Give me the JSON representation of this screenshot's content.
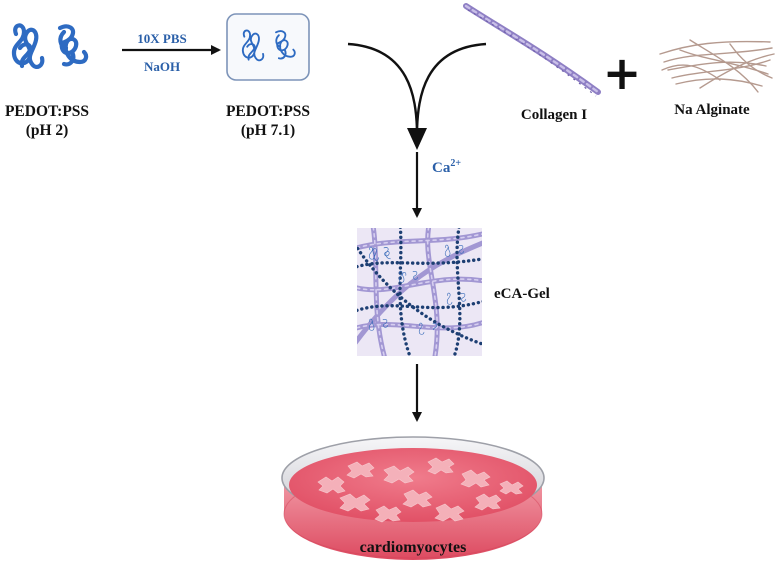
{
  "labels": {
    "pedot_ph2": [
      "PEDOT:PSS",
      "(pH 2)"
    ],
    "pedot_ph71": [
      "PEDOT:PSS",
      "(pH 7.1)"
    ],
    "reagent_top": "10X PBS",
    "reagent_bottom": "NaOH",
    "collagen": "Collagen I",
    "alginate": "Na Alginate",
    "plus": "+",
    "calcium": "Ca",
    "calcium_charge": "2+",
    "gel": "eCA-Gel",
    "cells": "cardiomyocytes"
  },
  "colors": {
    "pedot_blue": "#2e6bc2",
    "label_blue": "#2a5fa8",
    "collagen_purple": "#8e7fc4",
    "alginate_tan": "#b59a8f",
    "gel_background": "#e8e2f3",
    "dish_medium": "#e85f73",
    "cell_pink": "#f5b5bd"
  },
  "icons": [
    "pedot-coil-icon",
    "collagen-fiber-icon",
    "alginate-fiber-icon",
    "petri-dish-icon",
    "gel-network-icon"
  ]
}
